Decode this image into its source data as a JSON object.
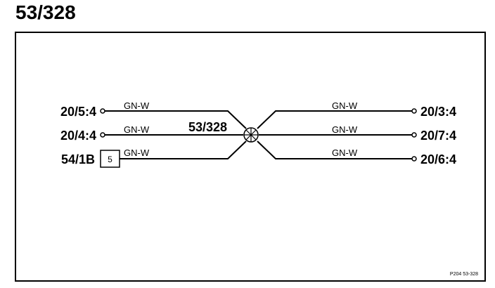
{
  "page_title": "53/328",
  "splice_label": "53/328",
  "left_connectors": [
    {
      "label": "20/5:4",
      "wire": "GN-W"
    },
    {
      "label": "20/4:4",
      "wire": "GN-W"
    },
    {
      "label": "54/1B",
      "wire": "GN-W",
      "pin": "5"
    }
  ],
  "right_connectors": [
    {
      "label": "20/3:4",
      "wire": "GN-W"
    },
    {
      "label": "20/7:4",
      "wire": "GN-W"
    },
    {
      "label": "20/6:4",
      "wire": "GN-W"
    }
  ],
  "figure_code": "P204  53-328"
}
